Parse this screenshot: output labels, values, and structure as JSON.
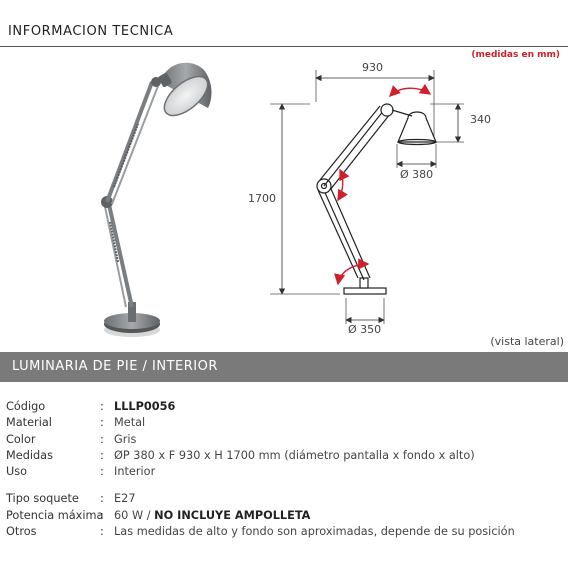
{
  "header": {
    "title": "INFORMACION TECNICA",
    "units_note": "(medidas en mm)"
  },
  "diagram": {
    "width": "930",
    "height": "1700",
    "shade_height": "340",
    "shade_diameter": "Ø 380",
    "base_diameter": "Ø 350",
    "view_note": "(vista lateral)"
  },
  "section": {
    "title": "LUMINARIA DE PIE / INTERIOR"
  },
  "specs": {
    "separator": ":",
    "rows": [
      {
        "label": "Código",
        "value": "LLLP0056",
        "bold": true
      },
      {
        "label": "Material",
        "value": "Metal"
      },
      {
        "label": "Color",
        "value": "Gris"
      },
      {
        "label": "Medidas",
        "value": "ØP 380 x F 930 x H 1700 mm (diámetro pantalla x fondo x alto)"
      },
      {
        "label": "Uso",
        "value": "Interior"
      },
      {
        "gap": true
      },
      {
        "label": "Tipo soquete",
        "value": "E27"
      },
      {
        "label": "Potencia máxima",
        "value": "60 W / ",
        "value_strong": "NO INCLUYE AMPOLLETA"
      },
      {
        "label": "Otros",
        "value": "Las medidas de alto y fondo son aproximadas, depende de su posición"
      }
    ]
  },
  "colors": {
    "accent": "#d0202c",
    "section_bg": "#7a7a7a",
    "lamp_metal": "#8a8d90"
  }
}
